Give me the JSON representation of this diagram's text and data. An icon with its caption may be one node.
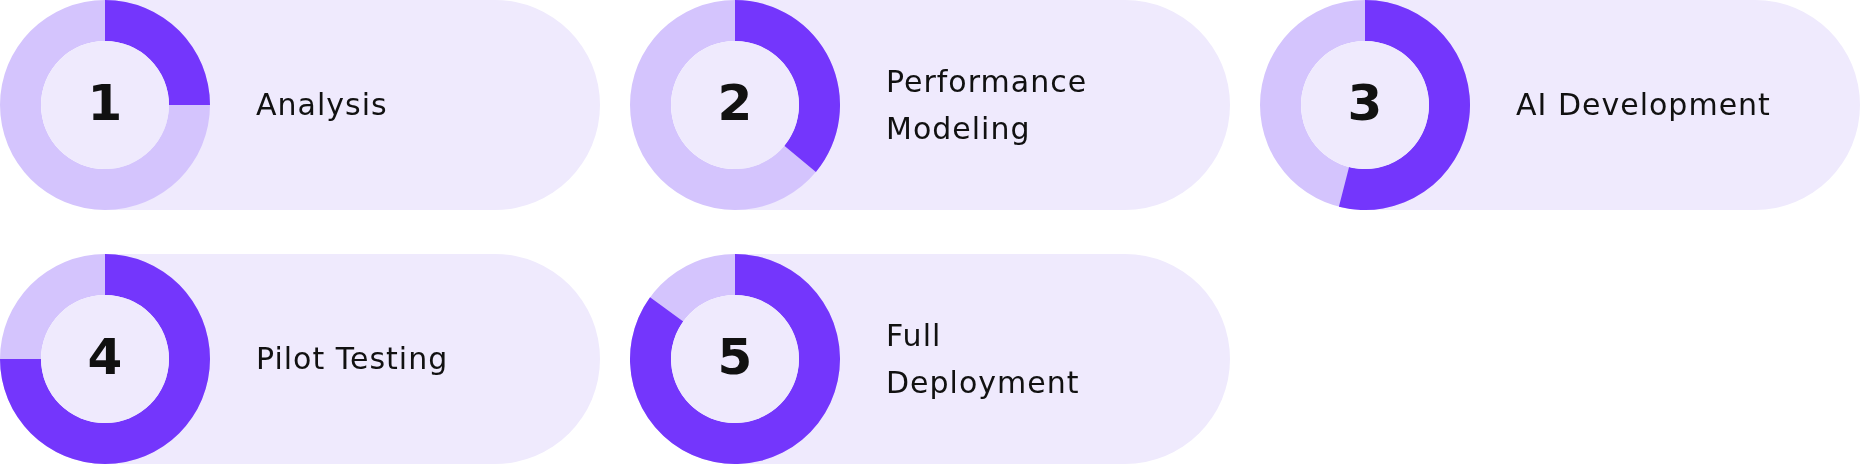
{
  "diagram": {
    "nodes": [
      {
        "text": [
          "1",
          "Analysis"
        ]
      },
      {
        "text": [
          "2",
          "Performance Modeling"
        ]
      },
      {
        "text": [
          "3",
          "AI Development"
        ]
      },
      {
        "text": [
          "4",
          "Pilot Testing"
        ]
      },
      {
        "text": [
          "5",
          "Full Deployment"
        ]
      }
    ]
  }
}
